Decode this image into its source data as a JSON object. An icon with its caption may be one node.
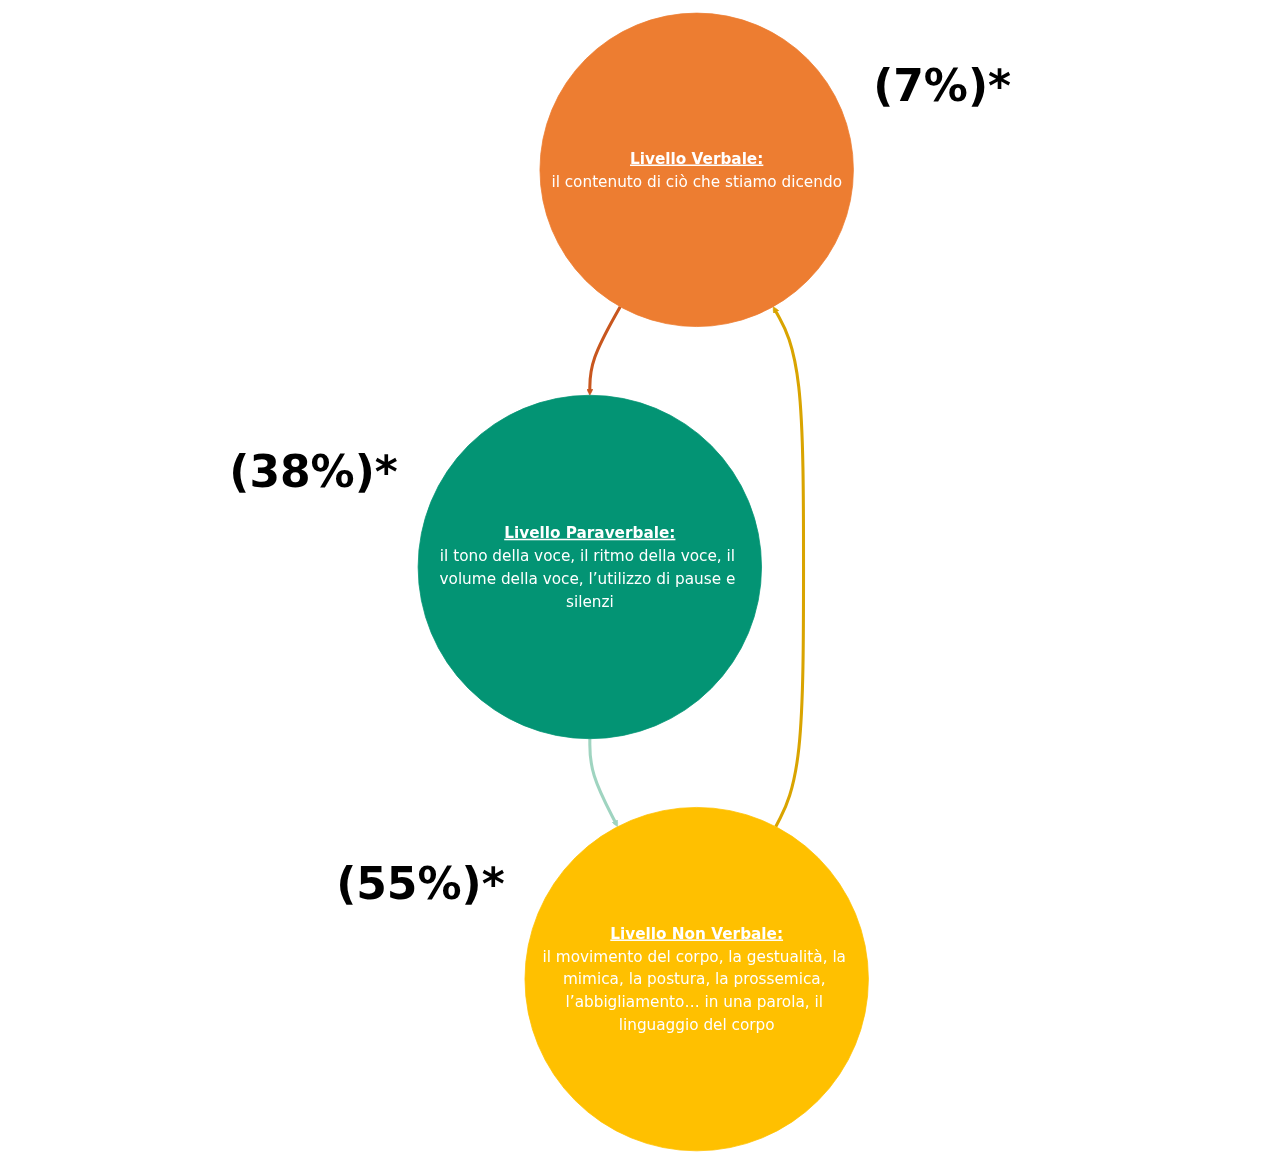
{
  "diagram": {
    "nodes": [
      {
        "text": [
          "Livello Verbale:",
          "il contenuto di ciò che stiamo dicendo"
        ],
        "beside": [
          "(7%)*"
        ]
      },
      {
        "text": [
          "Livello Paraverbale:",
          "il tono della voce, il ritmo della voce, il volume della voce, l’utilizzo di pause e silenzi"
        ],
        "beside": [
          "(38%)*"
        ]
      },
      {
        "text": [
          "Livello Non Verbale:",
          "il movimento del corpo, la gestualità, la mimica, la postura, la prossemica, l’abbigliamento… in una parola, il linguaggio del corpo"
        ],
        "beside": [
          "(55%)*"
        ]
      }
    ],
    "edges": [
      {
        "from": 0,
        "to": 1,
        "arrow": "to",
        "color": "#c8561e"
      },
      {
        "from": 1,
        "to": 2,
        "arrow": "to",
        "color": "#9fd4c0"
      },
      {
        "from": 2,
        "to": 0,
        "arrow": "to",
        "color": "#d9a400"
      }
    ]
  }
}
